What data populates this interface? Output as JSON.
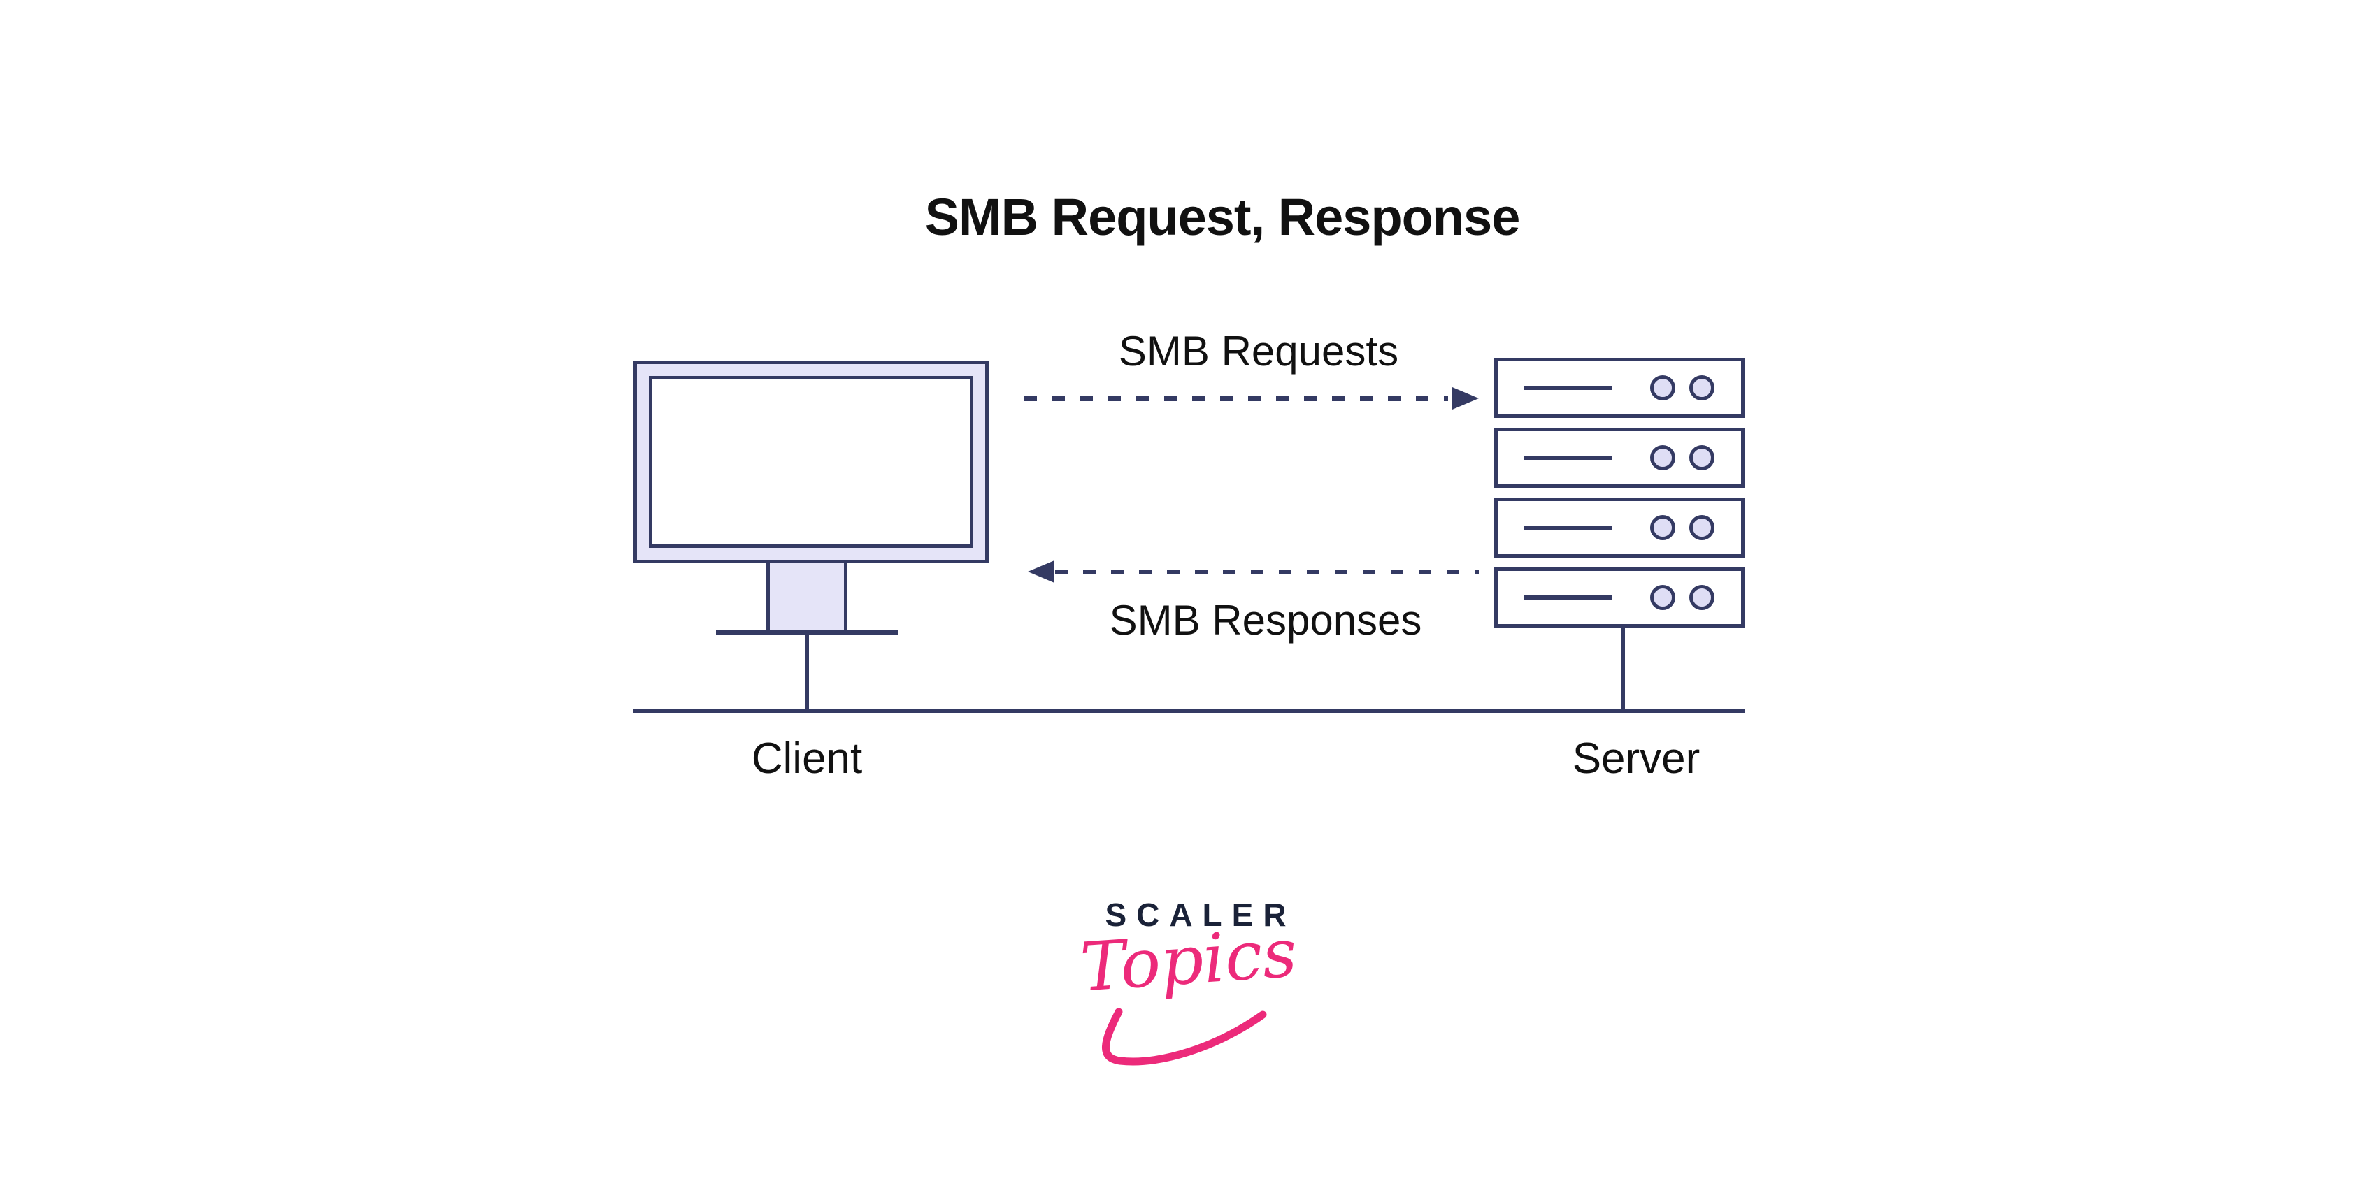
{
  "title": "SMB Request, Response",
  "client": {
    "label": "Client"
  },
  "server": {
    "label": "Server",
    "units": 4,
    "leds_per_unit": 2
  },
  "arrows": {
    "request": {
      "label": "SMB Requests",
      "direction": "left-to-right",
      "style": "dashed"
    },
    "response": {
      "label": "SMB Responses",
      "direction": "right-to-left",
      "style": "dashed"
    }
  },
  "logo": {
    "line1": "SCALER",
    "line2": "Topics"
  },
  "colors": {
    "line": "#343a63",
    "panel_fill": "#e5e4f8",
    "led_fill": "#dfdef5",
    "text": "#111111",
    "logo_navy": "#1a2238",
    "logo_pink": "#ec2a7a",
    "background": "#ffffff"
  }
}
